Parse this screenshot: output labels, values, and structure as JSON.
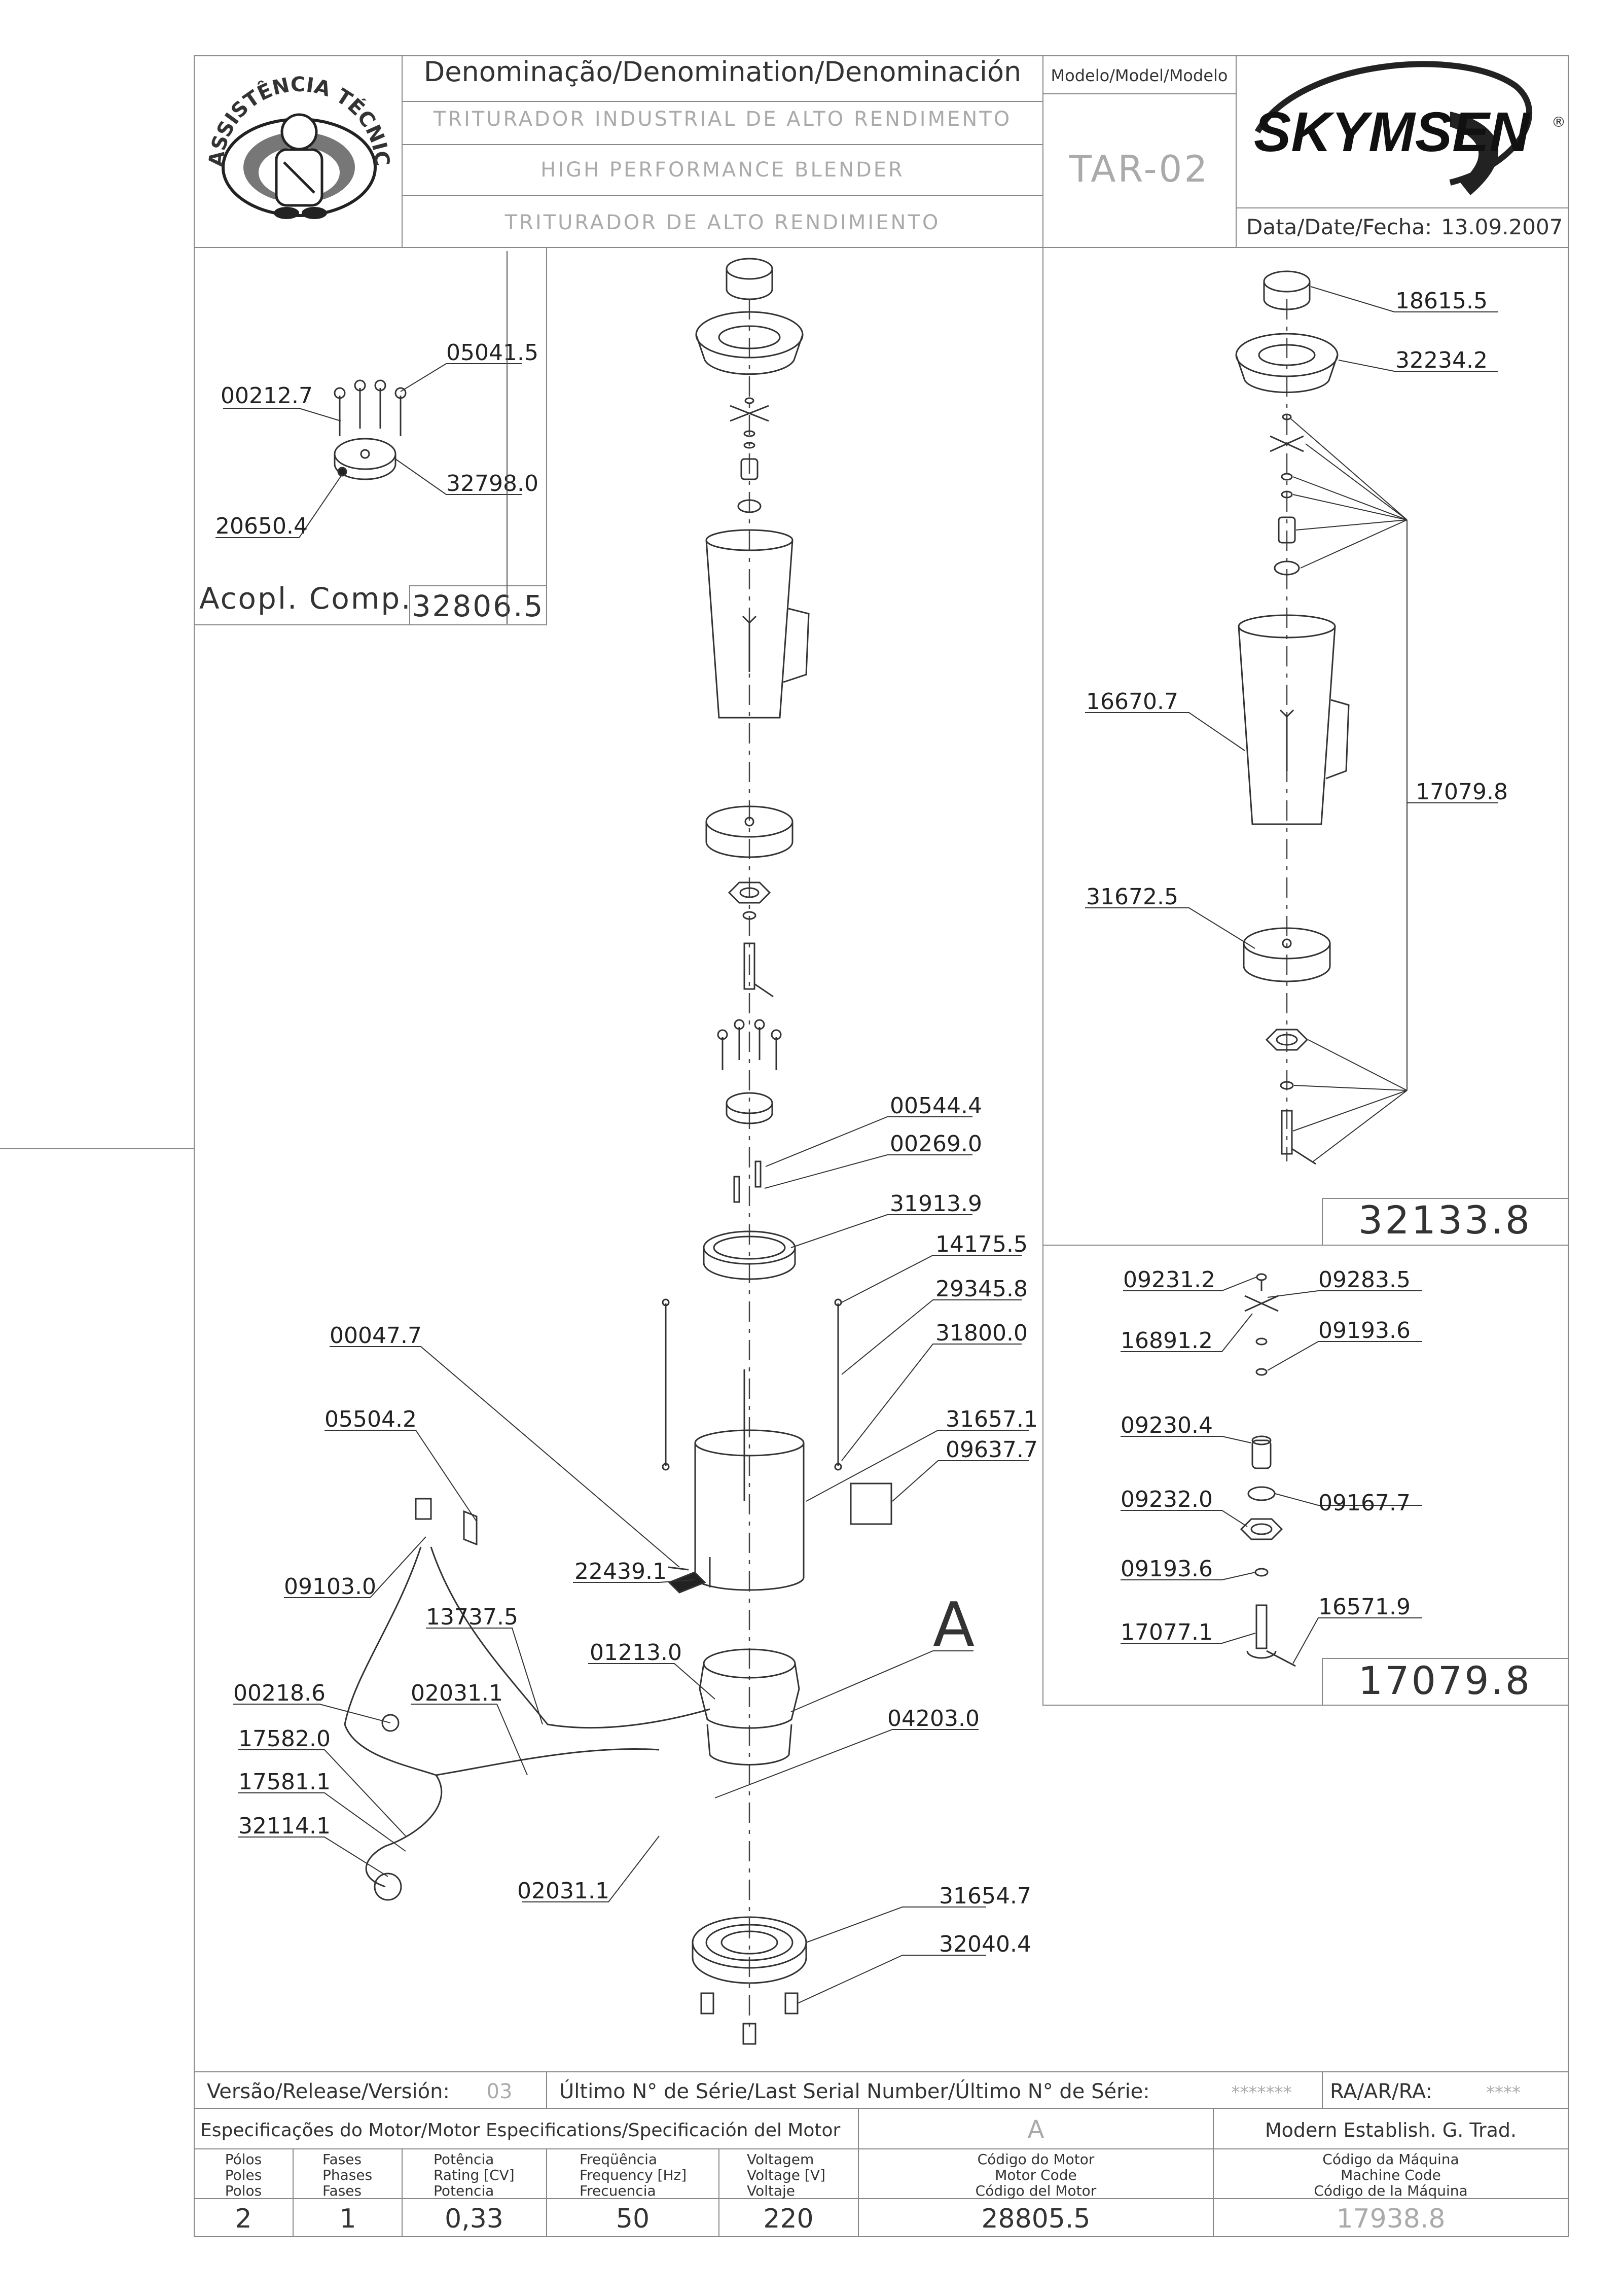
{
  "header": {
    "denomination_title": "Denominação/Denomination/Denominación",
    "name_pt": "TRITURADOR INDUSTRIAL DE ALTO RENDIMENTO",
    "name_en": "HIGH PERFORMANCE BLENDER",
    "name_es": "TRITURADOR DE ALTO RENDIMIENTO",
    "model_label": "Modelo/Model/Modelo",
    "model_value": "TAR-02",
    "brand": "SKYMSEN",
    "brand_mark": "®",
    "date_label": "Data/Date/Fecha:",
    "date_value": "13.09.2007",
    "seal_text": "ASSISTÊNCIA TÉCNICA AUTORIZADA"
  },
  "coupling_inset": {
    "title": "Acopl. Comp.",
    "code": "32806.5",
    "labels": [
      "05041.5",
      "00212.7",
      "32798.0",
      "20650.4"
    ]
  },
  "main_labels": {
    "l00544": "00544.4",
    "l00269": "00269.0",
    "l31913": "31913.9",
    "l14175": "14175.5",
    "l29345": "29345.8",
    "l31800": "31800.0",
    "l00047": "00047.7",
    "l05504": "05504.2",
    "l31657": "31657.1",
    "l09637": "09637.7",
    "l09103": "09103.0",
    "l22439": "22439.1",
    "l13737": "13737.5",
    "l01213": "01213.0",
    "lA": "A",
    "l00218": "00218.6",
    "l02031a": "02031.1",
    "l04203": "04203.0",
    "l17582": "17582.0",
    "l17581": "17581.1",
    "l32114": "32114.1",
    "l02031b": "02031.1",
    "l31654": "31654.7",
    "l32040": "32040.4"
  },
  "jar_assembly": {
    "labels": [
      "18615.5",
      "32234.2",
      "16670.7",
      "17079.8",
      "31672.5"
    ],
    "code": "32133.8"
  },
  "blade_assembly": {
    "labels": [
      "09231.2",
      "09283.5",
      "16891.2",
      "09193.6",
      "09230.4",
      "09232.0",
      "09167.7",
      "09193.6",
      "16571.9",
      "17077.1"
    ],
    "code": "17079.8"
  },
  "footer": {
    "version_label": "Versão/Release/Versión:",
    "version_value": "03",
    "serial_label": "Último N° de Série/Last Serial Number/Último N° de Série:",
    "serial_value": "*******",
    "ra_label": "RA/AR/RA:",
    "ra_value": "****",
    "motor_spec_label": "Especificações do Motor/Motor Especifications/Specificación del Motor",
    "motor_letter": "A",
    "company": "Modern Establish. G. Trad.",
    "col_poles": [
      "Pólos",
      "Poles",
      "Polos"
    ],
    "col_phases": [
      "Fases",
      "Phases",
      "Fases"
    ],
    "col_power": [
      "Potência",
      "Rating [CV]",
      "Potencia"
    ],
    "col_freq": [
      "Freqüência",
      "Frequency [Hz]",
      "Frecuencia"
    ],
    "col_voltage": [
      "Voltagem",
      "Voltage [V]",
      "Voltaje"
    ],
    "col_motor_code": [
      "Código do Motor",
      "Motor Code",
      "Código del Motor"
    ],
    "col_machine_code": [
      "Código da Máquina",
      "Machine Code",
      "Código de la Máquina"
    ],
    "poles": "2",
    "phases": "1",
    "power": "0,33",
    "frequency": "50",
    "voltage": "220",
    "motor_code": "28805.5",
    "machine_code": "17938.8"
  }
}
